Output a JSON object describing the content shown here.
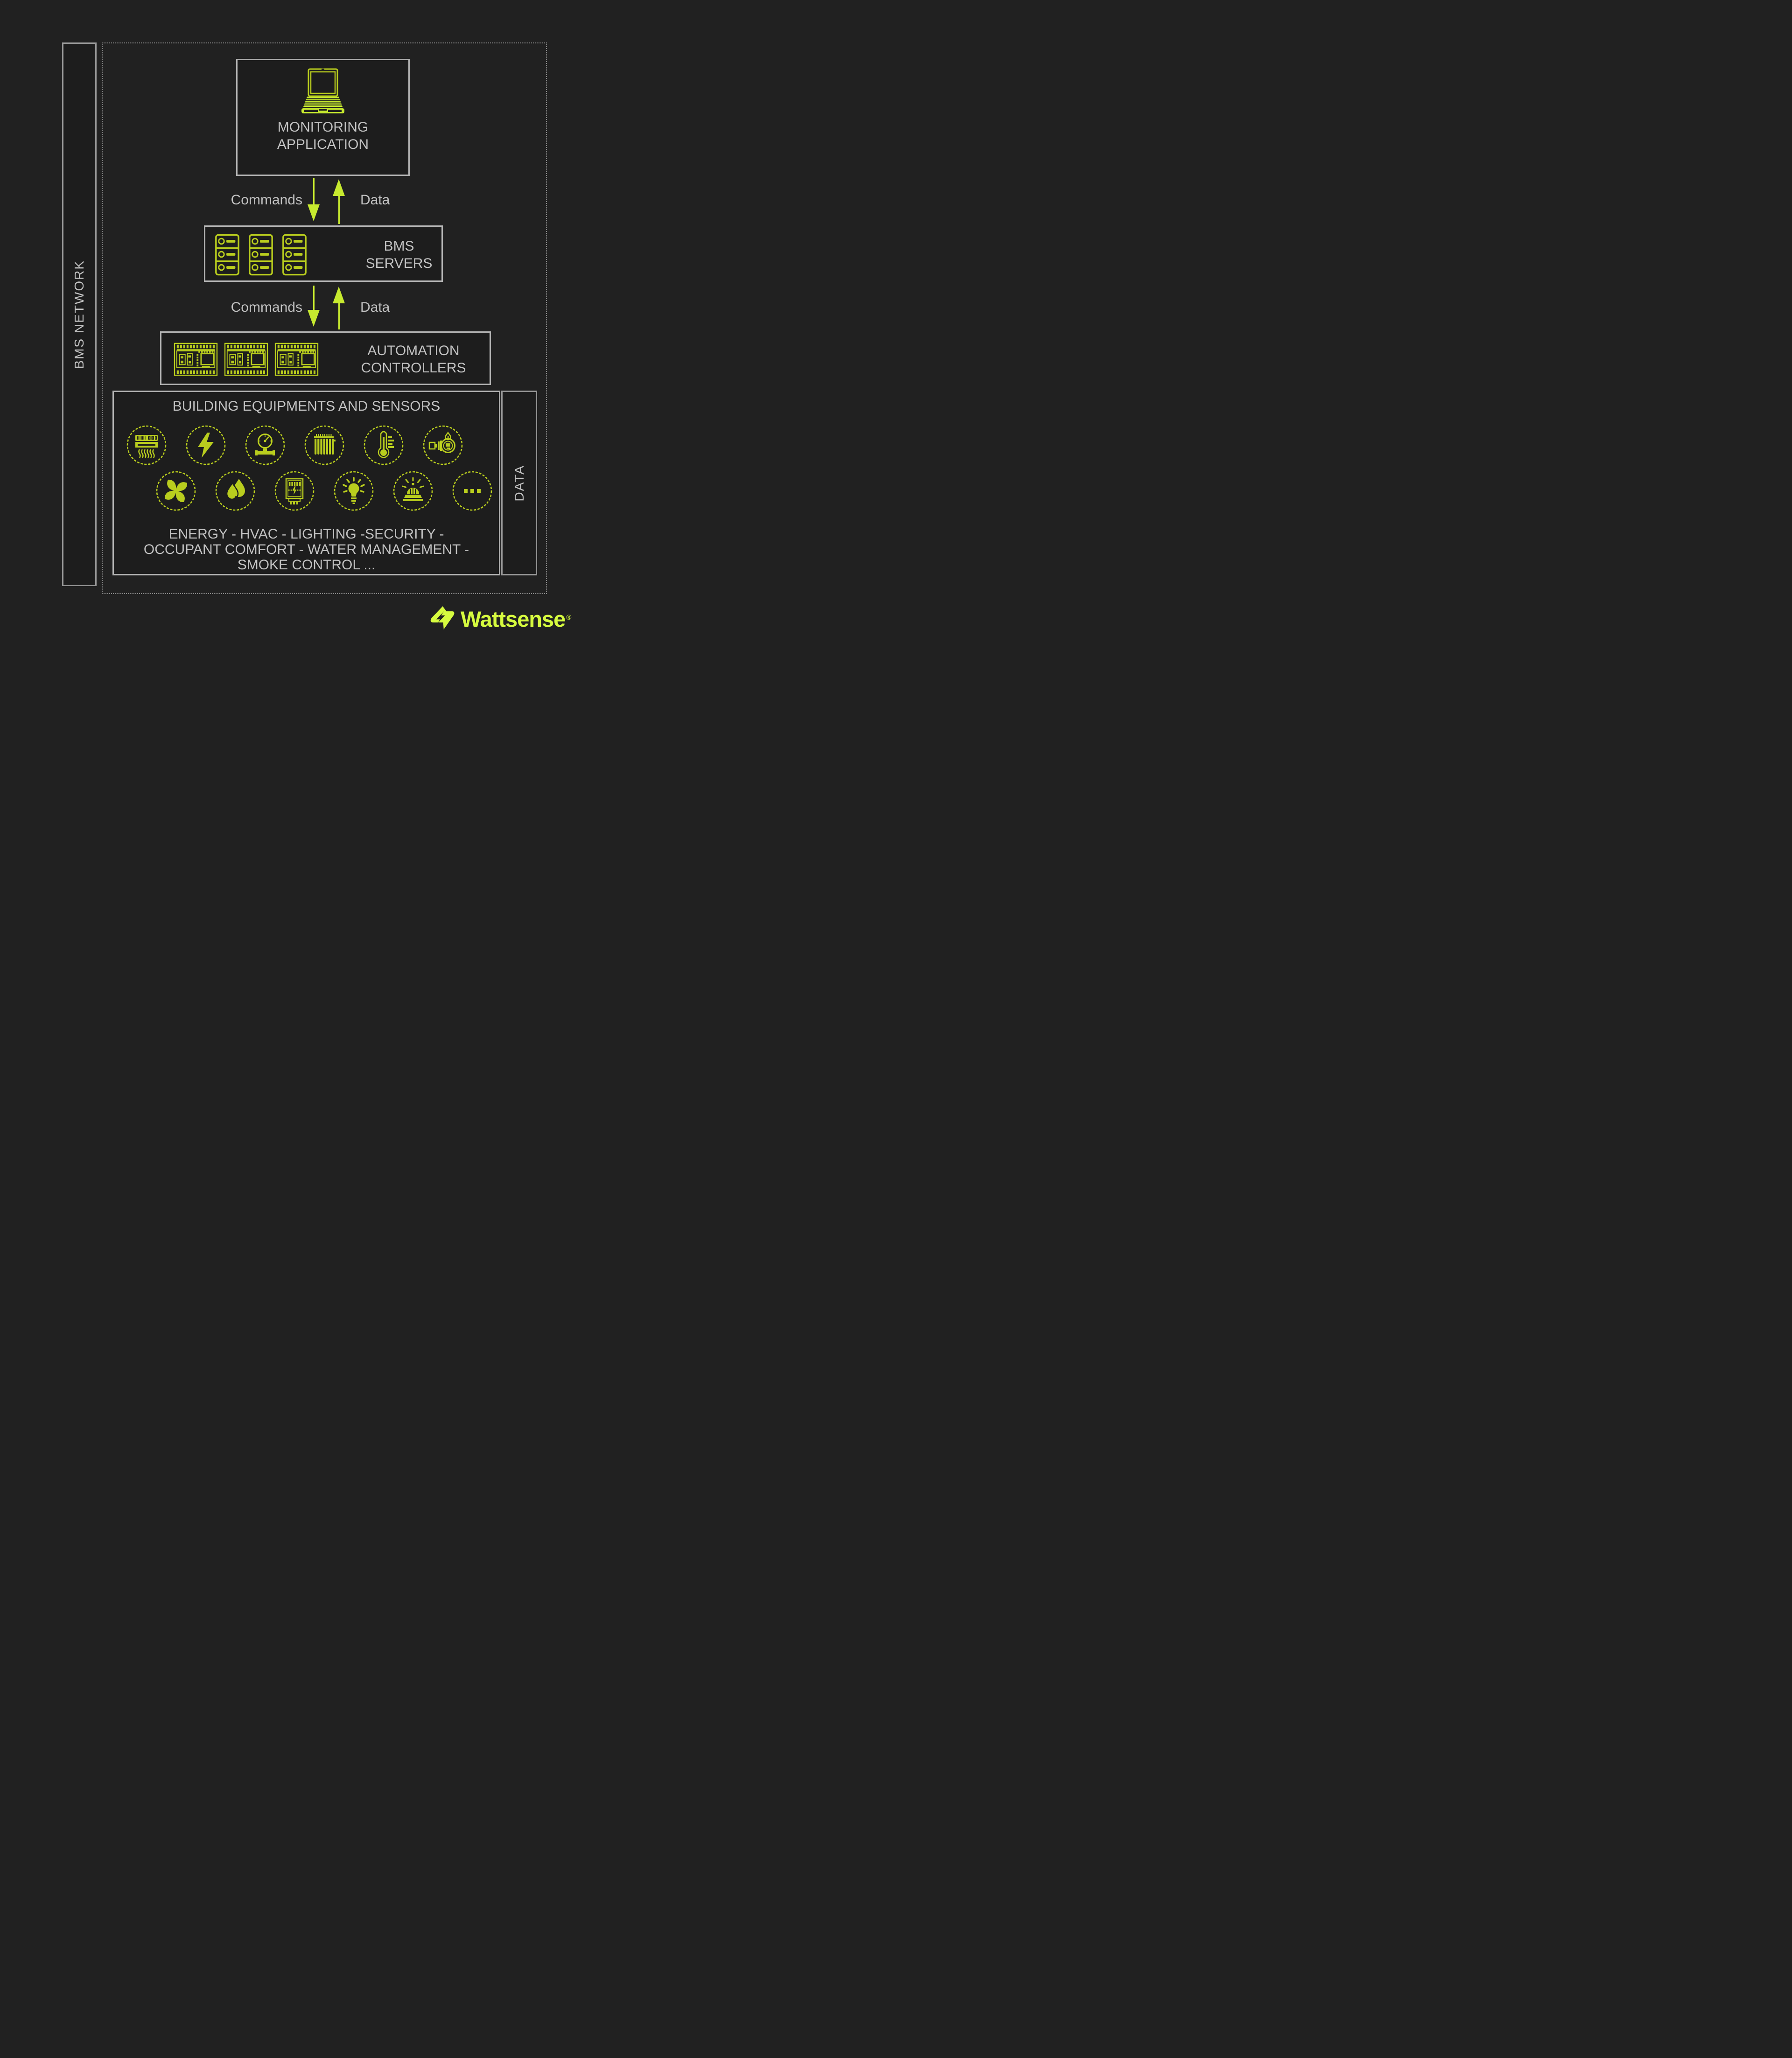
{
  "colors": {
    "background": "#212121",
    "box_fill": "#1d1d1d",
    "box_border": "#b2b2b2",
    "dotted_border": "#8a8a8a",
    "text_gray": "#c2c2c2",
    "accent_lime": "#b9cd1e",
    "accent_lime_bright": "#c7ea2f",
    "logo_lime": "#d6fb3f"
  },
  "sidebar_left": {
    "label": "BMS NETWORK"
  },
  "sidebar_right": {
    "label": "DATA"
  },
  "monitoring": {
    "icon": "laptop-icon",
    "line1": "MONITORING",
    "line2": "APPLICATION"
  },
  "flow1": {
    "commands": "Commands",
    "data": "Data"
  },
  "flow2": {
    "commands": "Commands",
    "data": "Data"
  },
  "bms_servers": {
    "icon": "server-icon",
    "line1": "BMS",
    "line2": "SERVERS"
  },
  "automation": {
    "icon": "plc-icon",
    "line1": "AUTOMATION",
    "line2": "CONTROLLERS"
  },
  "building": {
    "title": "BUILDING EQUIPMENTS AND SENSORS",
    "icons_row1": [
      "air-conditioner",
      "energy",
      "pressure-gauge",
      "radiator",
      "thermometer",
      "water-meter"
    ],
    "icons_row2": [
      "fan",
      "water",
      "electricity-meter",
      "light-bulb",
      "alarm",
      "more"
    ],
    "caption_line1": "ENERGY - HVAC - LIGHTING -SECURITY -",
    "caption_line2": "OCCUPANT COMFORT - WATER MANAGEMENT -",
    "caption_line3": "SMOKE CONTROL ..."
  },
  "logo": {
    "name": "Wattsense",
    "registered": "®"
  }
}
